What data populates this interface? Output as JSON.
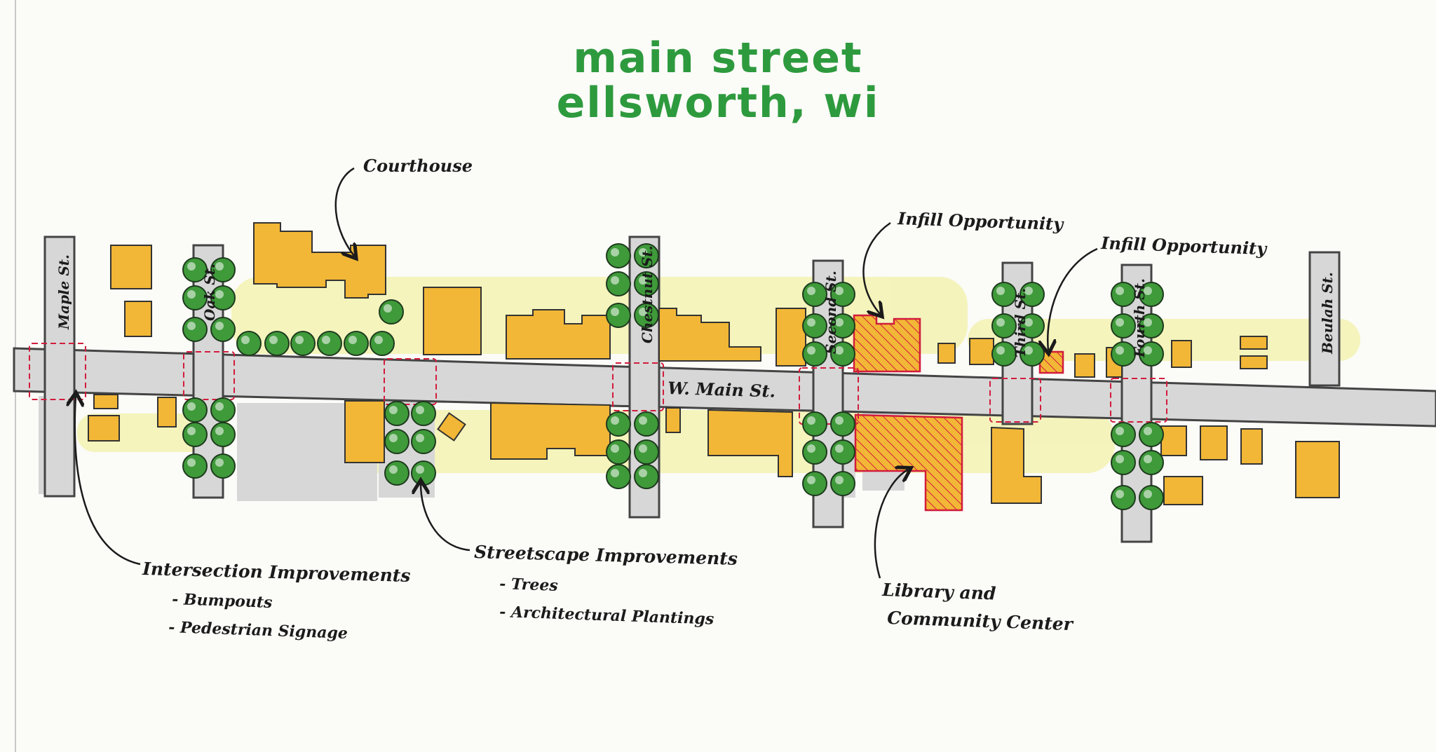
{
  "title": {
    "line1": "main street",
    "line2": "ellsworth, wi"
  },
  "streets": {
    "main": "W. Main St.",
    "maple": "Maple St.",
    "oak": "Oak St.",
    "chestnut": "Chestnut St.",
    "second": "Second St.",
    "third": "Third St.",
    "fourth": "Fourth St.",
    "beulah": "Beulah St."
  },
  "callouts": {
    "courthouse": "Courthouse",
    "infill_1": "Infill Opportunity",
    "infill_2": "Infill Opportunity",
    "intersection": {
      "heading": "Intersection Improvements",
      "items": [
        "- Bumpouts",
        "- Pedestrian Signage"
      ]
    },
    "streetscape": {
      "heading": "Streetscape Improvements",
      "items": [
        "- Trees",
        "- Architectural Plantings"
      ]
    },
    "library": {
      "line1": "Library and",
      "line2": "Community Center"
    }
  },
  "colors": {
    "title": "#2e9a3e",
    "building": "#f2b736",
    "highlight": "#d21c3c",
    "tree": "#3f9a3a",
    "street": "#d7d7d7",
    "grass": "#f2f1a8"
  },
  "icons": [
    "tree-icon",
    "leader-arrow-icon"
  ]
}
